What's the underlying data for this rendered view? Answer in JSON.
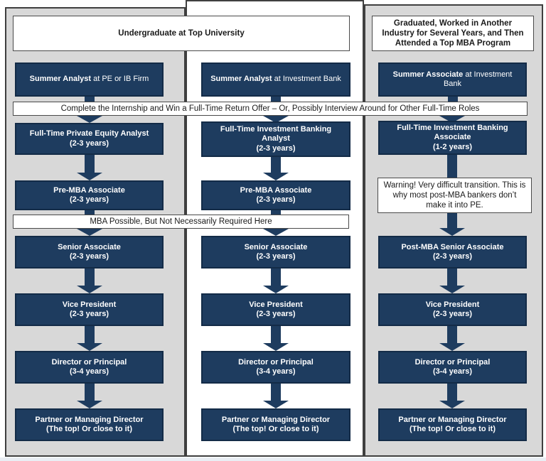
{
  "colors": {
    "navy": "#1e3c5f",
    "navy_border": "#132b47",
    "panel_gray": "#d8d8d8",
    "panel_border": "#3f3f3f",
    "white_box_border": "#4a4a4a",
    "bottom_strip": "#e9eef4"
  },
  "headers": {
    "undergrad": "Undergraduate at Top University",
    "graduated": "Graduated, Worked in Another Industry for Several Years, and Then Attended a Top MBA Program"
  },
  "banners": {
    "internship": "Complete the Internship and Win a Full-Time Return Offer – Or, Possibly Interview Around for Other Full-Time Roles",
    "mba": "MBA Possible, But Not Necessarily Required Here"
  },
  "warning_note": "Warning! Very difficult transition. This is why most post-MBA bankers don’t make it into PE.",
  "columns": {
    "left": {
      "summer": {
        "bold": "Summer Analyst",
        "rest": " at PE or IB Firm"
      },
      "steps": [
        {
          "title": "Full-Time Private Equity Analyst",
          "sub": "(2-3 years)"
        },
        {
          "title": "Pre-MBA Associate",
          "sub": "(2-3 years)"
        },
        {
          "title": "Senior Associate",
          "sub": "(2-3 years)"
        },
        {
          "title": "Vice President",
          "sub": "(2-3 years)"
        },
        {
          "title": "Director or Principal",
          "sub": "(3-4 years)"
        },
        {
          "title": "Partner or Managing Director",
          "sub": "(The top! Or close to it)"
        }
      ]
    },
    "middle": {
      "summer": {
        "bold": "Summer Analyst",
        "rest": " at Investment Bank"
      },
      "steps": [
        {
          "title": "Full-Time Investment Banking Analyst",
          "sub": "(2-3 years)"
        },
        {
          "title": "Pre-MBA Associate",
          "sub": "(2-3 years)"
        },
        {
          "title": "Senior Associate",
          "sub": "(2-3 years)"
        },
        {
          "title": "Vice President",
          "sub": "(2-3 years)"
        },
        {
          "title": "Director or Principal",
          "sub": "(3-4 years)"
        },
        {
          "title": "Partner or Managing Director",
          "sub": "(The top! Or close to it)"
        }
      ]
    },
    "right": {
      "summer": {
        "bold": "Summer Associate",
        "rest": " at Investment Bank"
      },
      "steps": [
        {
          "title": "Full-Time Investment Banking Associate",
          "sub": "(1-2 years)"
        },
        {
          "title": "Post-MBA Senior Associate",
          "sub": "(2-3 years)"
        },
        {
          "title": "Vice President",
          "sub": "(2-3 years)"
        },
        {
          "title": "Director or Principal",
          "sub": "(3-4 years)"
        },
        {
          "title": "Partner or Managing Director",
          "sub": "(The top! Or close to it)"
        }
      ]
    }
  }
}
